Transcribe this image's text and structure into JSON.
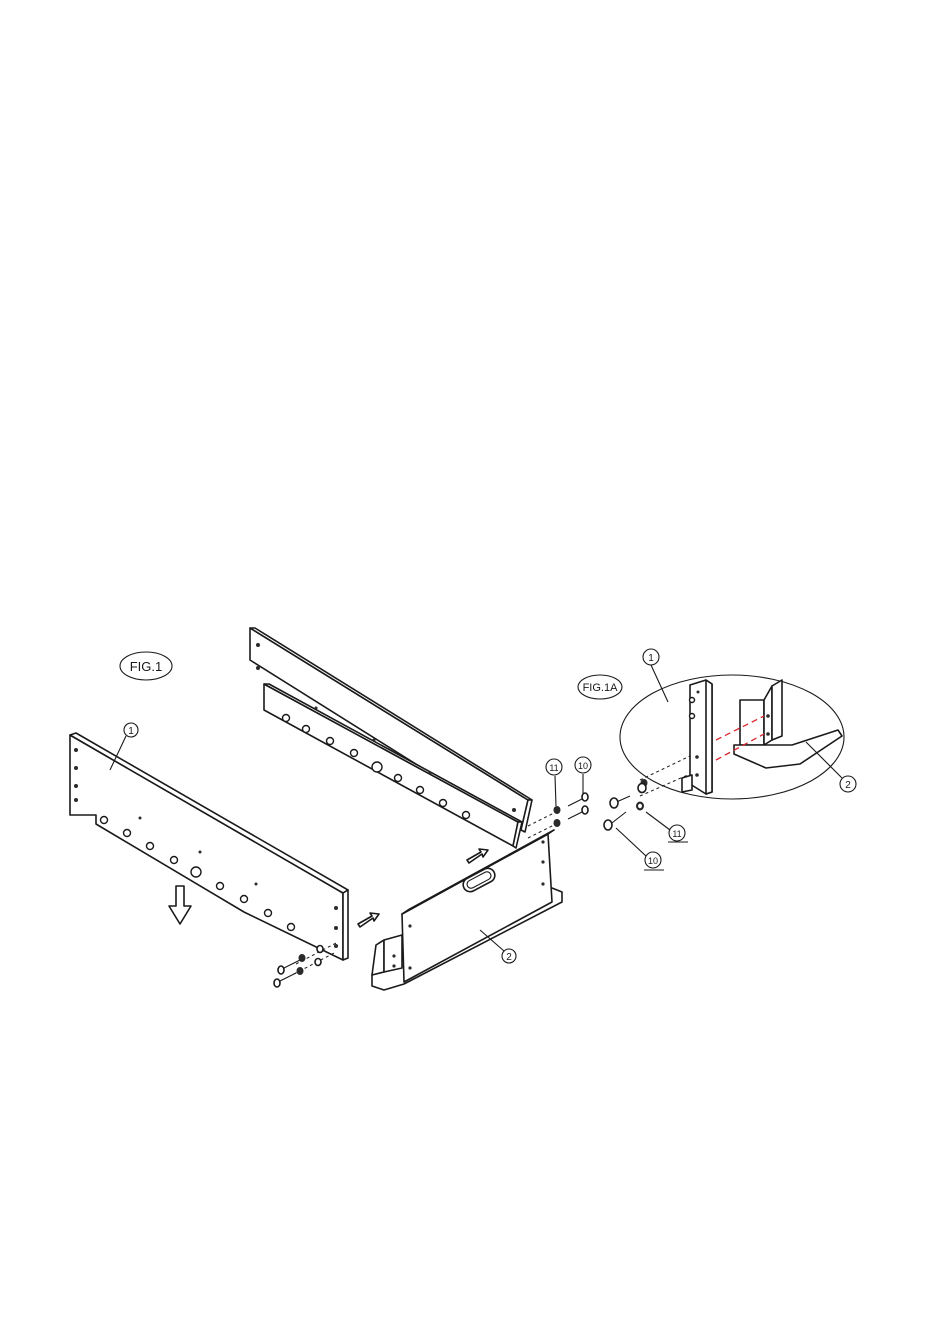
{
  "figure_labels": {
    "fig_main": "FIG.1",
    "fig_detail": "FIG.1A"
  },
  "part_callouts": {
    "part_1": "1",
    "part_2": "2",
    "part_10": "10",
    "part_11": "11"
  },
  "colors": {
    "line": "#1a1a1a",
    "guide_dash": "#d9262c",
    "paper": "#ffffff"
  }
}
